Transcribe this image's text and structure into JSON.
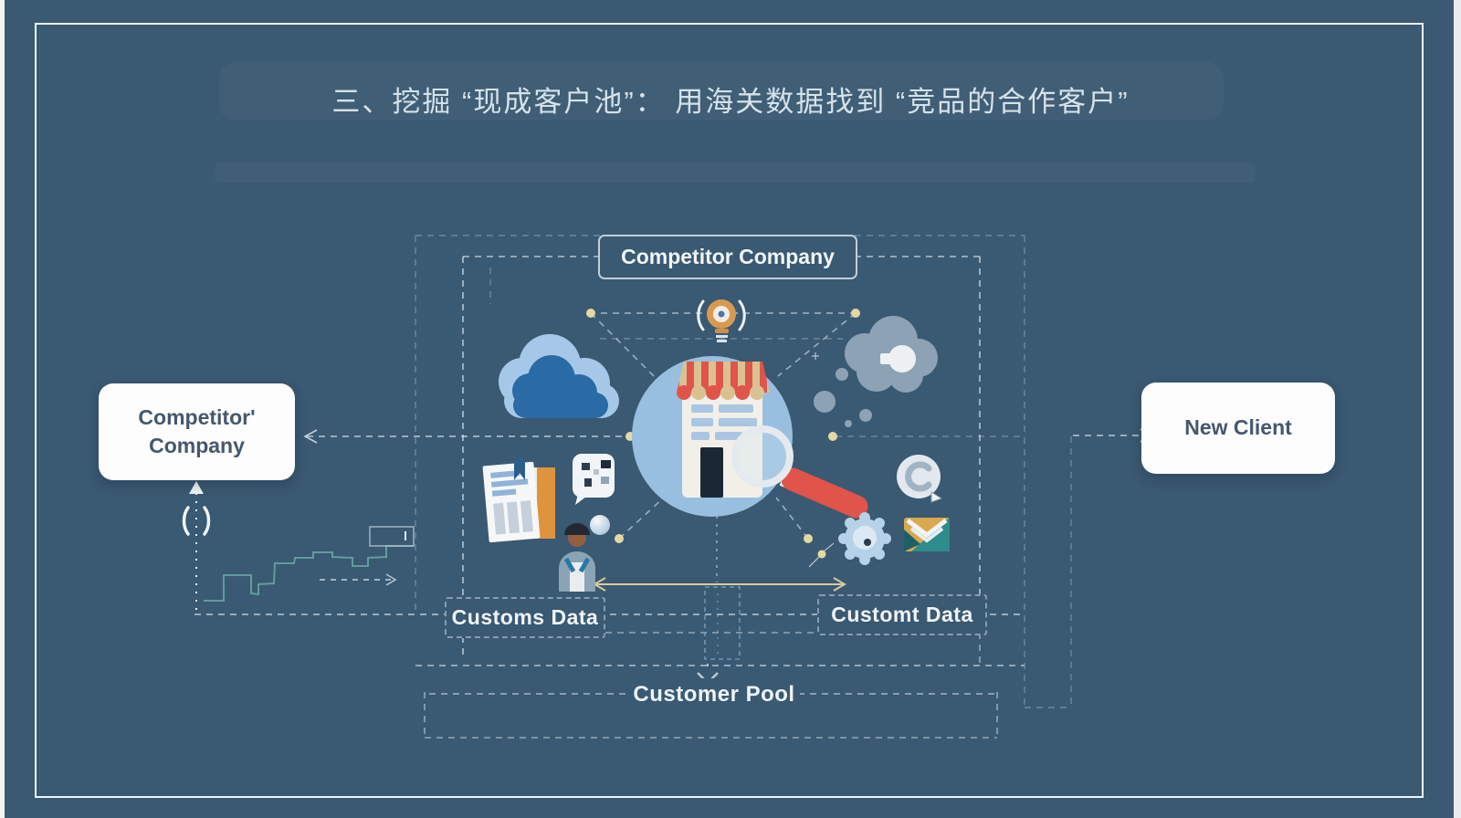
{
  "title": "三、挖掘 “现成客户池”： 用海关数据找到 “竞品的合作客户”",
  "nodes": {
    "top_label": "Competitor Company",
    "left_box": "Competitor' Company",
    "right_box": "New Client",
    "label_customs_left": "Customs Data",
    "label_customs_right": "Customt Data",
    "label_customer_pool": "Customer Pool"
  },
  "icons": {
    "center": "storefront-with-magnifier",
    "top_center": "lightbulb",
    "left_top": "cloud",
    "right_top": "thought-bubble",
    "left_mid": "documents",
    "left_low": "person",
    "left_bubble": "qr-speech-bubble",
    "right_mid": "c-cursor-circle",
    "right_low_left": "gear",
    "right_low_right": "envelope",
    "bottom_left": "step-line-chart"
  },
  "colors": {
    "background": "#3a5972",
    "frame": "#eef6fa",
    "box_fill": "#fcfdfc",
    "box_text": "#44586d",
    "dash_line": "#cfdde8",
    "accent_tan": "#d9cb9e",
    "awning_red": "#e0544a",
    "awning_tan": "#d9c28f",
    "circle_blue": "#98bfe0",
    "cloud_dark": "#2a6aa5",
    "teal_chart": "#6aa8a4",
    "envelope_teal": "#2e8c8c",
    "envelope_gold": "#d9a84f"
  }
}
